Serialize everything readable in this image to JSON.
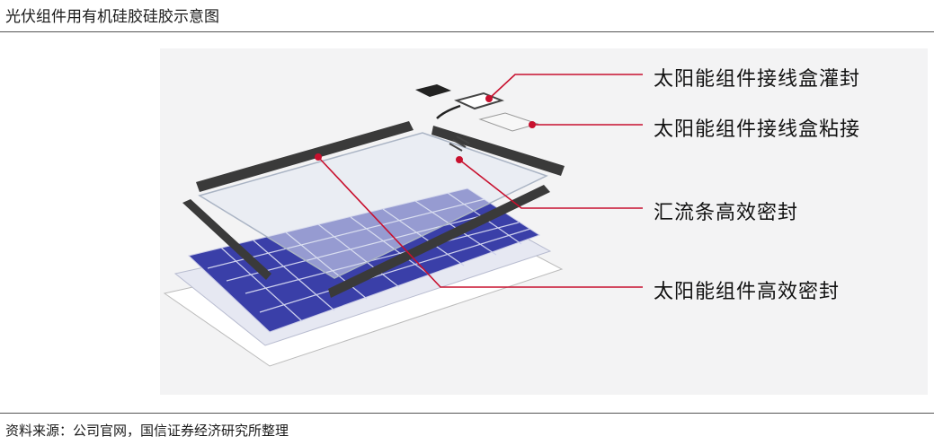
{
  "title": "光伏组件用有机硅胶硅胶示意图",
  "source": "资料来源：公司官网，国信证券经济研究所整理",
  "callouts": [
    "太阳能组件接线盒灌封",
    "太阳能组件接线盒粘接",
    "汇流条高效密封",
    "太阳能组件高效密封"
  ],
  "colors": {
    "leader": "#c8102e",
    "cell": "#3a3fa8",
    "frame": "#3a3a3a",
    "panel_bg": "#f3f3f4"
  },
  "icons": {
    "junction_box": "junction-box-icon",
    "solar_cells": "solar-cell-grid"
  }
}
